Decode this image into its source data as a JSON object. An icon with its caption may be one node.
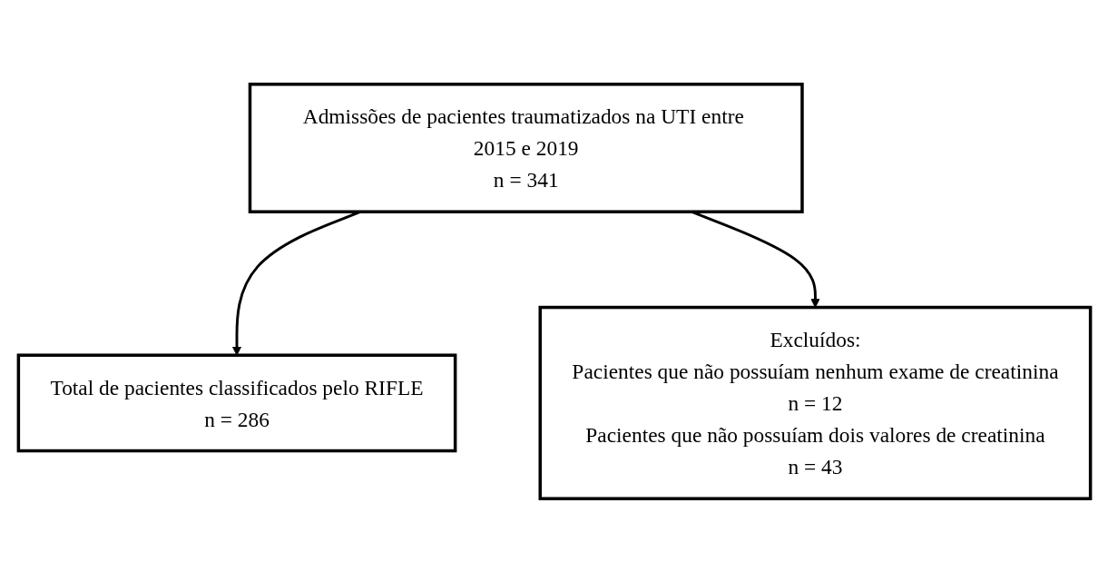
{
  "diagram": {
    "nodes": [
      {
        "text": [
          "Admissões de pacientes traumatizados na UTI entre 2015 e 2019",
          "n = 341"
        ]
      },
      {
        "text": [
          "Excluídos:",
          "Pacientes que não possuíam nenhum exame de creatinina",
          "n = 12",
          "Pacientes que não possuíam dois valores de creatinina",
          "n = 43"
        ]
      },
      {
        "text": [
          "Total de pacientes classificados pelo RIFLE",
          "n = 286"
        ]
      }
    ],
    "edges": [
      {
        "from": 0,
        "to": 2,
        "arrow": "to"
      },
      {
        "from": 0,
        "to": 1,
        "arrow": "to"
      }
    ]
  }
}
